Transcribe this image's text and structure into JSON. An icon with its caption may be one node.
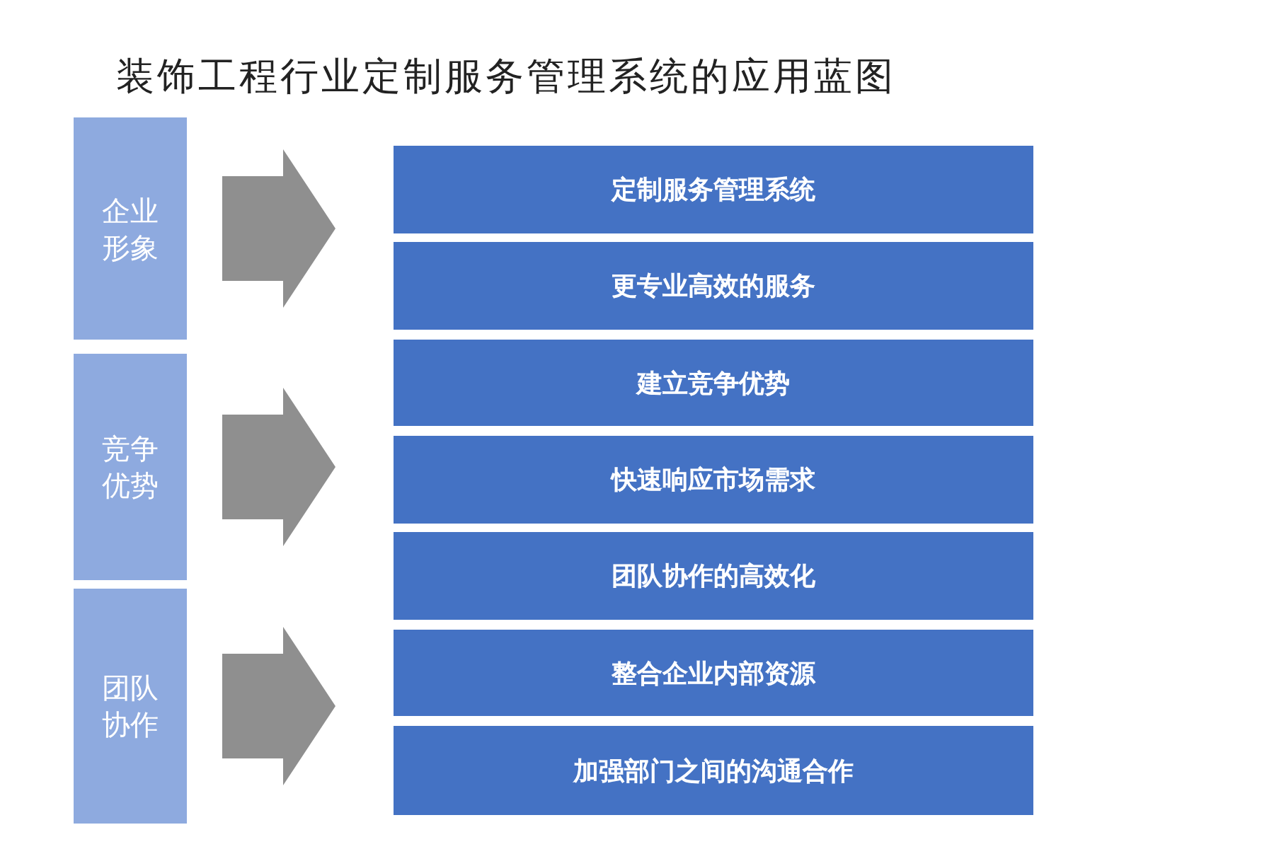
{
  "diagram": {
    "title": "装饰工程行业定制服务管理系统的应用蓝图",
    "nodes": [
      {
        "text": [
          "企业形象"
        ]
      },
      {
        "text": [
          "竞争优势"
        ]
      },
      {
        "text": [
          "团队协作"
        ]
      },
      {
        "text": [
          "定制服务管理系统"
        ]
      },
      {
        "text": [
          "更专业高效的服务"
        ]
      },
      {
        "text": [
          "建立竞争优势"
        ]
      },
      {
        "text": [
          "快速响应市场需求"
        ]
      },
      {
        "text": [
          "团队协作的高效化"
        ]
      },
      {
        "text": [
          "整合企业内部资源"
        ]
      },
      {
        "text": [
          "加强部门之间的沟通合作"
        ]
      }
    ],
    "edges": [
      {
        "from": 0,
        "to": null,
        "arrow": "to"
      },
      {
        "from": 1,
        "to": null,
        "arrow": "to"
      },
      {
        "from": 2,
        "to": null,
        "arrow": "to"
      }
    ]
  }
}
